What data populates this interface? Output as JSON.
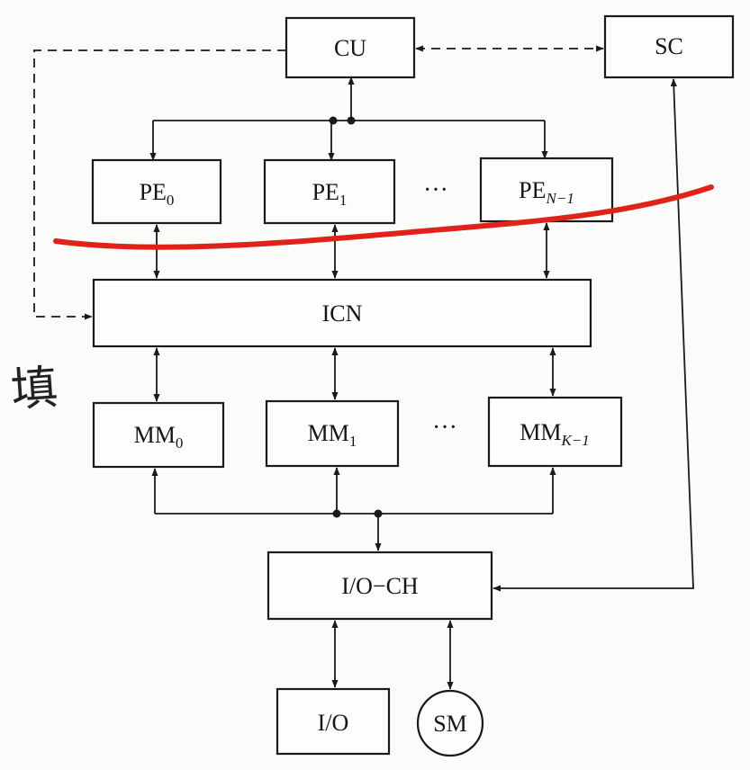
{
  "diagram": {
    "labels": {
      "cu": "CU",
      "sc": "SC",
      "pe_base": "PE",
      "pe0_sub": "0",
      "pe1_sub": "1",
      "pen_sub": "N−1",
      "icn": "ICN",
      "mm_base": "MM",
      "mm0_sub": "0",
      "mm1_sub": "1",
      "mmk_sub": "K−1",
      "ioch": "I/O−CH",
      "io": "I/O",
      "sm": "SM",
      "ellipsis": "···"
    },
    "colors": {
      "ink": "#1a1a1a",
      "highlight_stroke": "#e0231a"
    },
    "handwritten_note": "填"
  }
}
